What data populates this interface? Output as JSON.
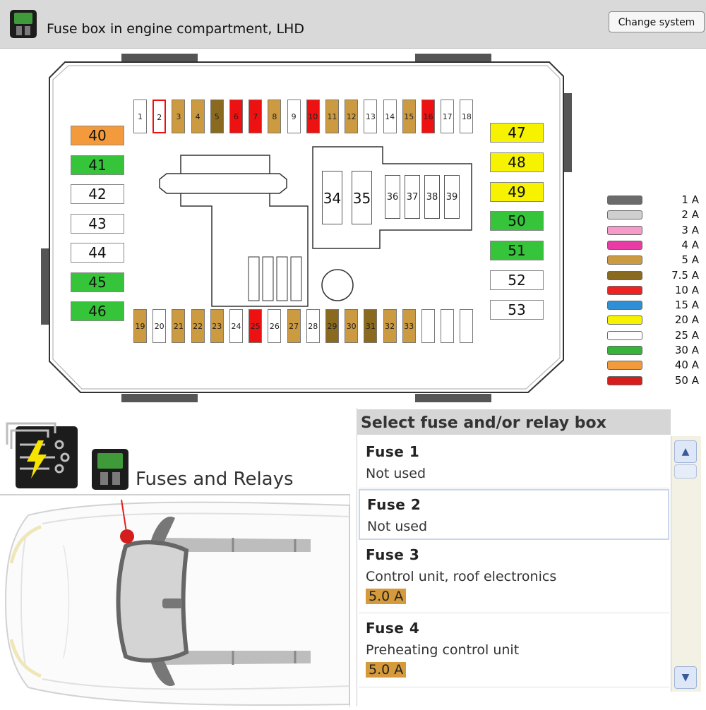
{
  "header": {
    "title": "Fuse box in engine compartment, LHD",
    "change_system": "Change system"
  },
  "colors": {
    "white": "#ffffff",
    "tan": "#cc9a40",
    "olive": "#8a6a1e",
    "red": "#ee1111",
    "orange": "#f39a3c",
    "green": "#36c43a",
    "yellow": "#f6f200"
  },
  "fuses_top": [
    {
      "label": "1",
      "color": "white"
    },
    {
      "label": "2",
      "color": "white",
      "outline": "red"
    },
    {
      "label": "3",
      "color": "tan"
    },
    {
      "label": "4",
      "color": "tan"
    },
    {
      "label": "5",
      "color": "olive"
    },
    {
      "label": "6",
      "color": "red"
    },
    {
      "label": "7",
      "color": "red"
    },
    {
      "label": "8",
      "color": "tan"
    },
    {
      "label": "9",
      "color": "white"
    },
    {
      "label": "10",
      "color": "red"
    },
    {
      "label": "11",
      "color": "tan"
    },
    {
      "label": "12",
      "color": "tan"
    },
    {
      "label": "13",
      "color": "white"
    },
    {
      "label": "14",
      "color": "white"
    },
    {
      "label": "15",
      "color": "tan"
    },
    {
      "label": "16",
      "color": "red"
    },
    {
      "label": "17",
      "color": "white"
    },
    {
      "label": "18",
      "color": "white"
    }
  ],
  "fuses_bottom": [
    {
      "label": "19",
      "color": "tan"
    },
    {
      "label": "20",
      "color": "white"
    },
    {
      "label": "21",
      "color": "tan"
    },
    {
      "label": "22",
      "color": "tan"
    },
    {
      "label": "23",
      "color": "tan"
    },
    {
      "label": "24",
      "color": "white"
    },
    {
      "label": "25",
      "color": "red"
    },
    {
      "label": "26",
      "color": "white"
    },
    {
      "label": "27",
      "color": "tan"
    },
    {
      "label": "28",
      "color": "white"
    },
    {
      "label": "29",
      "color": "olive"
    },
    {
      "label": "30",
      "color": "tan"
    },
    {
      "label": "31",
      "color": "olive"
    },
    {
      "label": "32",
      "color": "tan"
    },
    {
      "label": "33",
      "color": "tan"
    },
    {
      "label": "",
      "color": "white"
    },
    {
      "label": "",
      "color": "white"
    },
    {
      "label": "",
      "color": "white"
    }
  ],
  "fuses_left": [
    {
      "label": "40",
      "color": "orange"
    },
    {
      "label": "41",
      "color": "green"
    },
    {
      "label": "42",
      "color": "white"
    },
    {
      "label": "43",
      "color": "white"
    },
    {
      "label": "44",
      "color": "white"
    },
    {
      "label": "45",
      "color": "green"
    },
    {
      "label": "46",
      "color": "green"
    }
  ],
  "fuses_right": [
    {
      "label": "47",
      "color": "yellow"
    },
    {
      "label": "48",
      "color": "yellow"
    },
    {
      "label": "49",
      "color": "yellow"
    },
    {
      "label": "50",
      "color": "green"
    },
    {
      "label": "51",
      "color": "green"
    },
    {
      "label": "52",
      "color": "white"
    },
    {
      "label": "53",
      "color": "white"
    }
  ],
  "relays_big": [
    {
      "label": "34"
    },
    {
      "label": "35"
    }
  ],
  "relays_small": [
    {
      "label": "36"
    },
    {
      "label": "37"
    },
    {
      "label": "38"
    },
    {
      "label": "39"
    }
  ],
  "legend": [
    {
      "label": "1 A",
      "color": "#6b6b6b"
    },
    {
      "label": "2 A",
      "color": "#cfcfcf"
    },
    {
      "label": "3 A",
      "color": "#f59bc9"
    },
    {
      "label": "4 A",
      "color": "#ea3aa5"
    },
    {
      "label": "5 A",
      "color": "#cc9a40"
    },
    {
      "label": "7.5 A",
      "color": "#8a6a1e"
    },
    {
      "label": "10 A",
      "color": "#ee2222"
    },
    {
      "label": "15 A",
      "color": "#2e8fd6"
    },
    {
      "label": "20 A",
      "color": "#f6f200"
    },
    {
      "label": "25 A",
      "color": "#ffffff"
    },
    {
      "label": "30 A",
      "color": "#36b43a"
    },
    {
      "label": "40 A",
      "color": "#f39a3c"
    },
    {
      "label": "50 A",
      "color": "#d81d1d"
    }
  ],
  "fuses_relays": {
    "title": "Fuses and Relays"
  },
  "list": {
    "header": "Select fuse and/or relay box",
    "items": [
      {
        "title": "Fuse 1",
        "desc": "Not used",
        "amp": ""
      },
      {
        "title": "Fuse 2",
        "desc": "Not used",
        "amp": ""
      },
      {
        "title": "Fuse 3",
        "desc": "Control unit, roof electronics",
        "amp": "5.0 A"
      },
      {
        "title": "Fuse 4",
        "desc": "Preheating control unit",
        "amp": "5.0 A"
      }
    ]
  },
  "icons": {
    "header": "fuse-icon",
    "circuit": "circuit-lightning-icon",
    "scroll_up": "chevron-up-icon",
    "scroll_down": "chevron-down-icon"
  }
}
